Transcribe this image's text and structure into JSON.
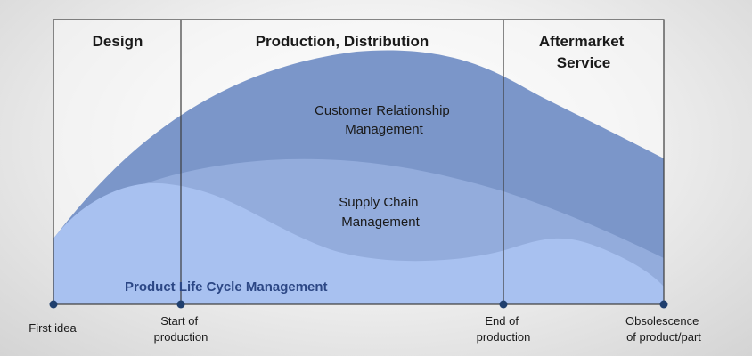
{
  "colors": {
    "crm_fill": "#7b96c9",
    "scm_fill": "#93acdc",
    "plm_fill": "#a8c1f0",
    "frame": "#3c3c3c",
    "marker": "#1f3f6e",
    "plm_text": "#2c4785"
  },
  "phases": [
    {
      "id": "design",
      "lines": [
        "Design"
      ]
    },
    {
      "id": "production",
      "lines": [
        "Production, Distribution"
      ]
    },
    {
      "id": "aftermarket",
      "lines": [
        "Aftermarket",
        "Service"
      ]
    }
  ],
  "areas": {
    "crm": {
      "lines": [
        "Customer Relationship",
        "Management"
      ]
    },
    "scm": {
      "lines": [
        "Supply Chain",
        "Management"
      ]
    },
    "plm": {
      "label": "Product Life Cycle Management"
    }
  },
  "milestones": [
    {
      "id": "first-idea",
      "lines": [
        "First idea"
      ]
    },
    {
      "id": "start-of-production",
      "lines": [
        "Start of",
        "production"
      ]
    },
    {
      "id": "end-of-production",
      "lines": [
        "End of",
        "production"
      ]
    },
    {
      "id": "obsolescence",
      "lines": [
        "Obsolescence",
        "of product/part"
      ]
    }
  ]
}
